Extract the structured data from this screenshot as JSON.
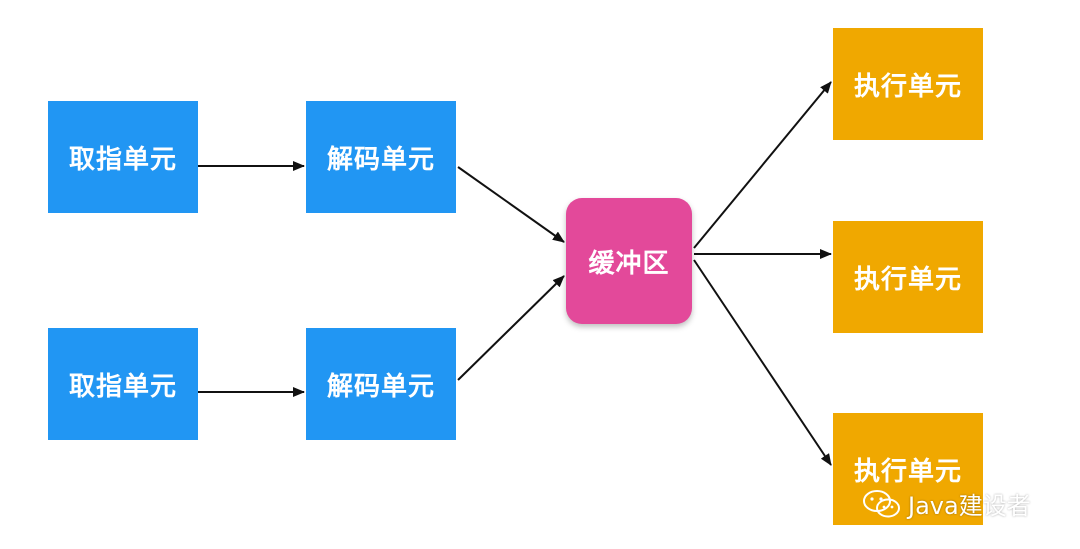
{
  "nodes": {
    "fetch_1": "取指单元",
    "fetch_2": "取指单元",
    "decode_1": "解码单元",
    "decode_2": "解码单元",
    "buffer": "缓冲区",
    "exec_1": "执行单元",
    "exec_2": "执行单元",
    "exec_3": "执行单元"
  },
  "edges": [
    {
      "from": "fetch_1",
      "to": "decode_1"
    },
    {
      "from": "fetch_2",
      "to": "decode_2"
    },
    {
      "from": "decode_1",
      "to": "buffer"
    },
    {
      "from": "decode_2",
      "to": "buffer"
    },
    {
      "from": "buffer",
      "to": "exec_1"
    },
    {
      "from": "buffer",
      "to": "exec_2"
    },
    {
      "from": "buffer",
      "to": "exec_3"
    }
  ],
  "colors": {
    "fetch": "#2196f3",
    "decode": "#2196f3",
    "buffer": "#e3499a",
    "exec": "#f0a800",
    "arrow": "#111111"
  },
  "watermark": {
    "icon": "wechat-icon",
    "text": "Java建设者"
  }
}
